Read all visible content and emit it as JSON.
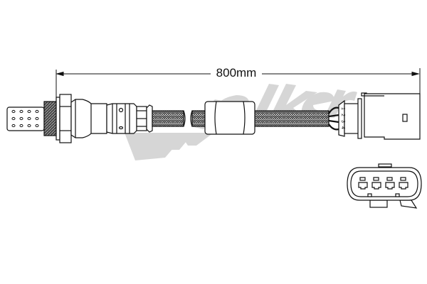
{
  "diagram": {
    "subject": "Oxygen sensor with braided cable and 4-pin connector",
    "dimension": {
      "label": "800mm"
    },
    "watermark": {
      "brand": "Walker",
      "color": "#d6d6d6"
    },
    "connector": {
      "pin_labels": [
        "1",
        "2",
        "3",
        "4"
      ],
      "pin_count": 4
    },
    "colors": {
      "line": "#111111",
      "fill": "#ffffff",
      "watermark": "#d6d6d6",
      "braid": "#555555"
    }
  }
}
